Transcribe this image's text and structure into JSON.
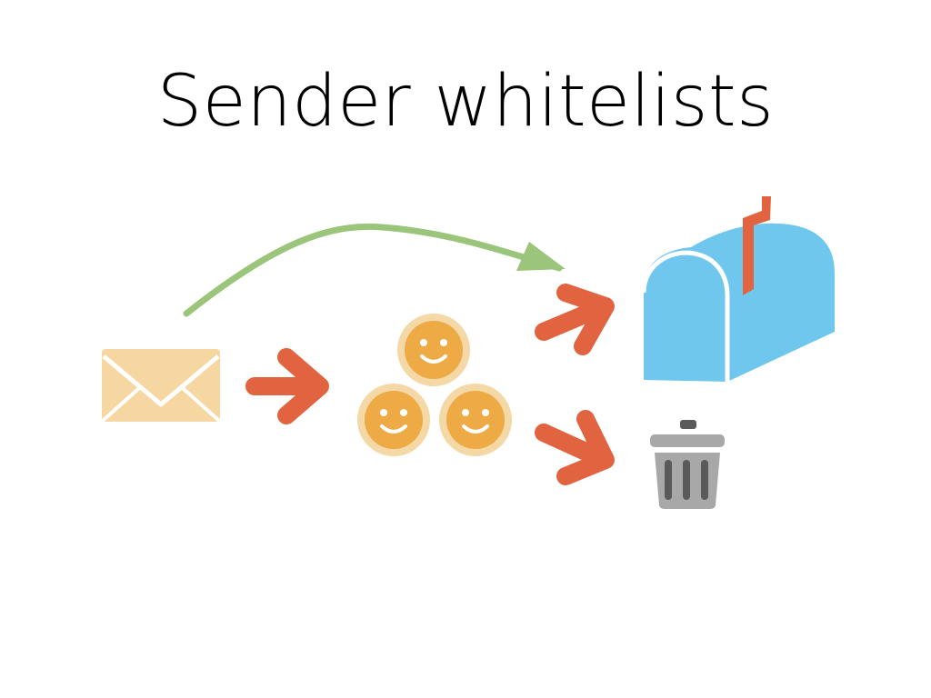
{
  "slide": {
    "title": "Sender whitelists"
  },
  "diagram": {
    "nodes": [
      {
        "name": "envelope",
        "icon": "envelope-icon"
      },
      {
        "name": "reviewers",
        "icon": "smiley-faces-icon",
        "count": 3
      },
      {
        "name": "mailbox",
        "icon": "mailbox-icon"
      },
      {
        "name": "trash",
        "icon": "trash-can-icon"
      }
    ],
    "edges": [
      {
        "from": "envelope",
        "to": "mailbox",
        "style": "curved",
        "color": "#9cc57c"
      },
      {
        "from": "envelope",
        "to": "reviewers",
        "style": "arrow",
        "color": "#e26340"
      },
      {
        "from": "reviewers",
        "to": "mailbox",
        "style": "arrow",
        "color": "#e26340"
      },
      {
        "from": "reviewers",
        "to": "trash",
        "style": "arrow",
        "color": "#e26340"
      }
    ],
    "colors": {
      "envelope": "#f6d7a2",
      "face_outer": "#f4d8a6",
      "face_inner": "#edaa45",
      "mailbox": "#6fc7ee",
      "flag": "#e26340",
      "trash_lid": "#a8a8a8",
      "trash_body": "#a8a8a8",
      "trash_slots": "#5a5a5a"
    }
  }
}
